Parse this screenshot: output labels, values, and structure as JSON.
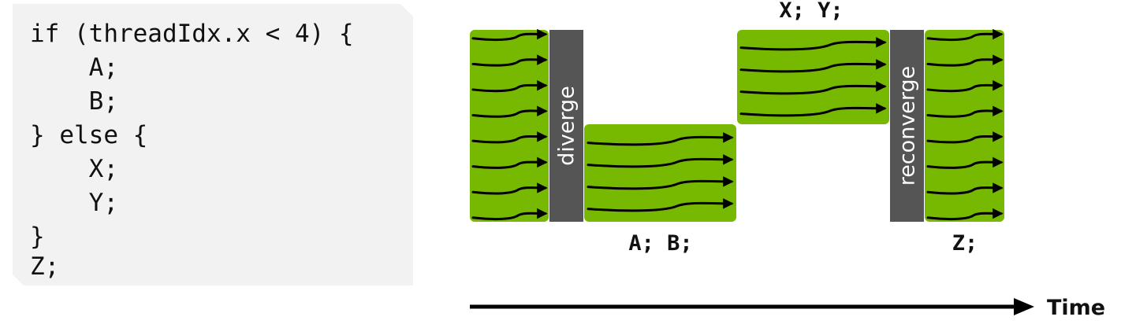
{
  "code": {
    "lines": [
      "if (threadIdx.x < 4) {",
      "    A;",
      "    B;",
      "} else {",
      "    X;",
      "    Y;",
      "}",
      "Z;"
    ]
  },
  "diagram": {
    "diverge_label": "diverge",
    "reconverge_label": "reconverge",
    "label_ab": "A; B;",
    "label_xy": "X; Y;",
    "label_z": "Z;",
    "time_label": "Time",
    "threads_total": 8,
    "threads_per_branch": 4,
    "colors": {
      "block": "#76b900",
      "divider": "#555555",
      "arrow": "#000000",
      "code_background": "#f2f2f2"
    }
  }
}
